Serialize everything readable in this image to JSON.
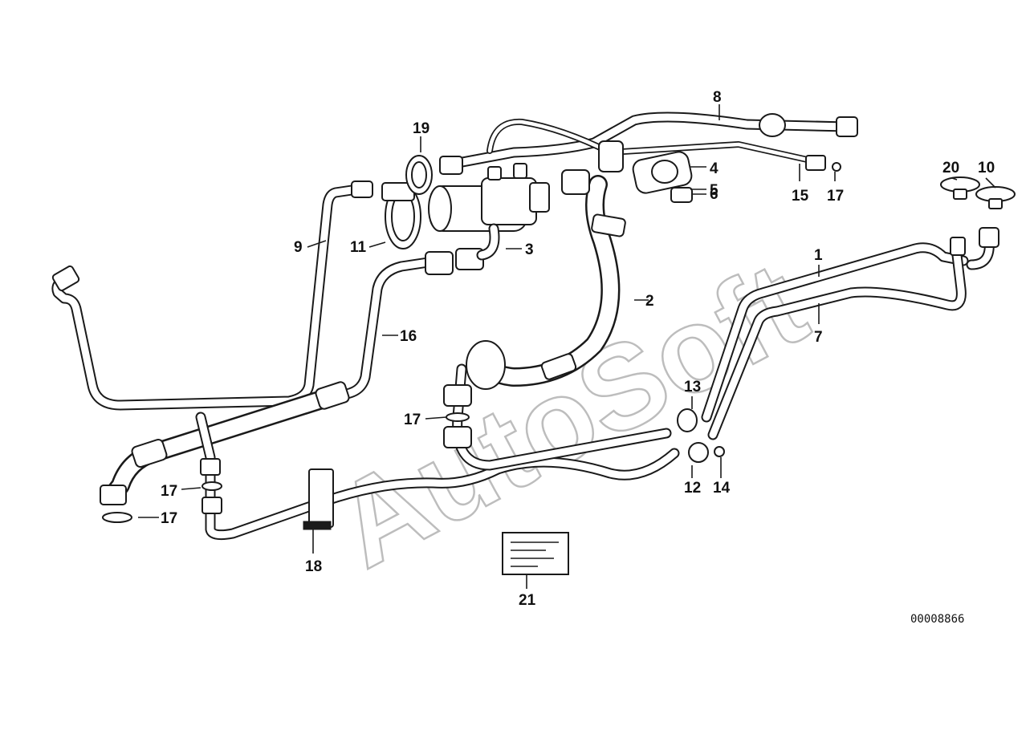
{
  "watermark": "AutoSoft",
  "document_number": "00008866",
  "callouts": [
    {
      "id": "c1",
      "label": "1"
    },
    {
      "id": "c2",
      "label": "2"
    },
    {
      "id": "c3",
      "label": "3"
    },
    {
      "id": "c4",
      "label": "4"
    },
    {
      "id": "c5",
      "label": "5"
    },
    {
      "id": "c6",
      "label": "6"
    },
    {
      "id": "c7",
      "label": "7"
    },
    {
      "id": "c8",
      "label": "8"
    },
    {
      "id": "c9",
      "label": "9"
    },
    {
      "id": "c10",
      "label": "10"
    },
    {
      "id": "c11",
      "label": "11"
    },
    {
      "id": "c12",
      "label": "12"
    },
    {
      "id": "c13",
      "label": "13"
    },
    {
      "id": "c14",
      "label": "14"
    },
    {
      "id": "c15",
      "label": "15"
    },
    {
      "id": "c16",
      "label": "16"
    },
    {
      "id": "c17a",
      "label": "17"
    },
    {
      "id": "c17b",
      "label": "17"
    },
    {
      "id": "c17c",
      "label": "17"
    },
    {
      "id": "c17d",
      "label": "17"
    },
    {
      "id": "c18",
      "label": "18"
    },
    {
      "id": "c19",
      "label": "19"
    },
    {
      "id": "c20",
      "label": "20"
    },
    {
      "id": "c21",
      "label": "21"
    }
  ]
}
